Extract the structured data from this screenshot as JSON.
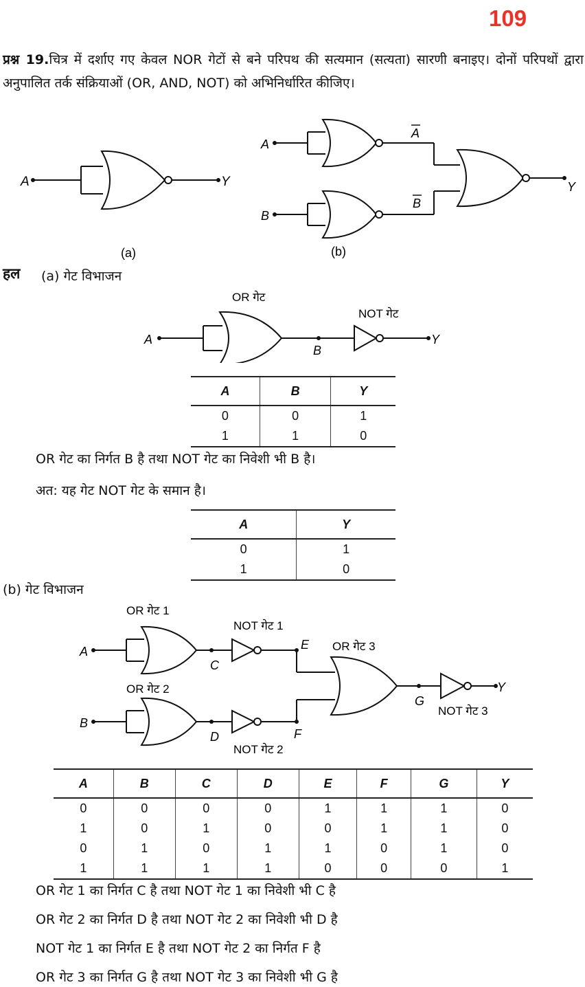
{
  "page_number": "109",
  "question": {
    "label": "प्रश्न 19.",
    "text": "चित्र में दर्शाए गए केवल NOR गेटों से बने परिपथ की सत्यमान (सत्यता) सारणी बनाइए। दोनों परिपथों द्वारा अनुपालित तर्क संक्रियाओं (OR, AND, NOT) को अभिनिर्धारित कीजिए।"
  },
  "figure_a": {
    "caption": "(a)",
    "in_a": "A",
    "out_y": "Y"
  },
  "figure_b": {
    "caption": "(b)",
    "in_a": "A",
    "in_b": "B",
    "out_y": "Y",
    "abar": "A",
    "bbar": "B"
  },
  "solution": {
    "label": "हल",
    "part_a_heading": "(a) गेट विभाजन",
    "diagram_a": {
      "or_label": "OR गेट",
      "not_label": "NOT गेट",
      "in": "A",
      "mid": "B",
      "out": "Y"
    },
    "table1": {
      "headers": [
        "A",
        "B",
        "Y"
      ],
      "rows": [
        [
          "0",
          "0",
          "1"
        ],
        [
          "1",
          "1",
          "0"
        ]
      ]
    },
    "note1": "OR गेट का निर्गत B है तथा NOT गेट का निवेशी भी B है।",
    "note2": "अत: यह गेट NOT गेट के समान है।",
    "table2": {
      "headers": [
        "A",
        "Y"
      ],
      "rows": [
        [
          "0",
          "1"
        ],
        [
          "1",
          "0"
        ]
      ]
    },
    "part_b_heading": "(b) गेट विभाजन",
    "diagram_b": {
      "or1": "OR गेट 1",
      "or2": "OR गेट 2",
      "or3": "OR गेट 3",
      "not1": "NOT गेट 1",
      "not2": "NOT गेट 2",
      "not3": "NOT गेट 3",
      "A": "A",
      "B": "B",
      "C": "C",
      "D": "D",
      "E": "E",
      "F": "F",
      "G": "G",
      "Y": "Y"
    },
    "table3": {
      "headers": [
        "A",
        "B",
        "C",
        "D",
        "E",
        "F",
        "G",
        "Y"
      ],
      "rows": [
        [
          "0",
          "0",
          "0",
          "0",
          "1",
          "1",
          "1",
          "0"
        ],
        [
          "1",
          "0",
          "1",
          "0",
          "0",
          "1",
          "1",
          "0"
        ],
        [
          "0",
          "1",
          "0",
          "1",
          "1",
          "0",
          "1",
          "0"
        ],
        [
          "1",
          "1",
          "1",
          "1",
          "0",
          "0",
          "0",
          "1"
        ]
      ]
    },
    "lines": [
      "OR गेट 1 का निर्गत C है तथा NOT गेट 1 का निवेशी भी C है",
      "OR गेट 2 का निर्गत D है तथा NOT गेट 2 का निवेशी भी D है",
      "NOT गेट 1 का निर्गत E है तथा NOT गेट 2 का निर्गत F है",
      "OR गेट 3 का निर्गत G है तथा NOT गेट 3 का निवेशी भी G है"
    ]
  }
}
